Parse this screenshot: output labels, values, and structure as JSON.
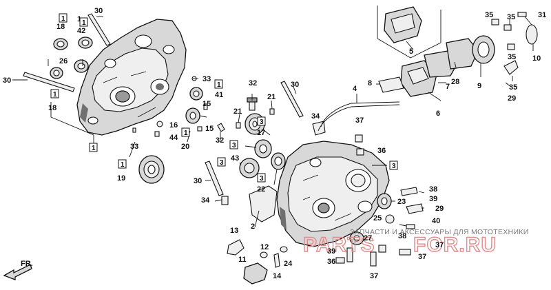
{
  "watermark": {
    "caption": "ЗАПЧАСТИ И АКСЕССУАРЫ ДЛЯ МОТОТЕХНИКИ",
    "logo_left": "PARTS",
    "logo_right": "FOR.RU",
    "logo_color": "#e48a8a"
  },
  "direction_label": "FR.",
  "callouts": [
    {
      "id": "c30a",
      "text": "30"
    },
    {
      "id": "c1a",
      "text": "1"
    },
    {
      "id": "c18a",
      "text": "18"
    },
    {
      "id": "c42",
      "text": "42"
    },
    {
      "id": "c26",
      "text": "26"
    },
    {
      "id": "c30b",
      "text": "30"
    },
    {
      "id": "c18b",
      "text": "18"
    },
    {
      "id": "c33a",
      "text": "33"
    },
    {
      "id": "c41",
      "text": "41"
    },
    {
      "id": "c15a",
      "text": "15"
    },
    {
      "id": "c16",
      "text": "16"
    },
    {
      "id": "c15b",
      "text": "15"
    },
    {
      "id": "c44",
      "text": "44"
    },
    {
      "id": "c20",
      "text": "20"
    },
    {
      "id": "c33b",
      "text": "33"
    },
    {
      "id": "c19",
      "text": "19"
    },
    {
      "id": "c32a",
      "text": "32"
    },
    {
      "id": "c21a",
      "text": "21"
    },
    {
      "id": "c21b",
      "text": "21"
    },
    {
      "id": "c30c",
      "text": "30"
    },
    {
      "id": "c34a",
      "text": "34"
    },
    {
      "id": "c17",
      "text": "17"
    },
    {
      "id": "c32b",
      "text": "32"
    },
    {
      "id": "c43",
      "text": "43"
    },
    {
      "id": "c22",
      "text": "22"
    },
    {
      "id": "c30d",
      "text": "30"
    },
    {
      "id": "c34b",
      "text": "34"
    },
    {
      "id": "c4",
      "text": "4"
    },
    {
      "id": "c8",
      "text": "8"
    },
    {
      "id": "c5",
      "text": "5"
    },
    {
      "id": "c7",
      "text": "7"
    },
    {
      "id": "c6",
      "text": "6"
    },
    {
      "id": "c35a",
      "text": "35"
    },
    {
      "id": "c35b",
      "text": "35"
    },
    {
      "id": "c31",
      "text": "31"
    },
    {
      "id": "c10",
      "text": "10"
    },
    {
      "id": "c35c",
      "text": "35"
    },
    {
      "id": "c28",
      "text": "28"
    },
    {
      "id": "c9",
      "text": "9"
    },
    {
      "id": "c29a",
      "text": "29"
    },
    {
      "id": "c35d",
      "text": "35"
    },
    {
      "id": "c37a",
      "text": "37"
    },
    {
      "id": "c36a",
      "text": "36"
    },
    {
      "id": "c38a",
      "text": "38"
    },
    {
      "id": "c39a",
      "text": "39"
    },
    {
      "id": "c23",
      "text": "23"
    },
    {
      "id": "c29b",
      "text": "29"
    },
    {
      "id": "c25",
      "text": "25"
    },
    {
      "id": "c40",
      "text": "40"
    },
    {
      "id": "c27",
      "text": "27"
    },
    {
      "id": "c38b",
      "text": "38"
    },
    {
      "id": "c37b",
      "text": "37"
    },
    {
      "id": "c39b",
      "text": "39"
    },
    {
      "id": "c36b",
      "text": "36"
    },
    {
      "id": "c37c",
      "text": "37"
    },
    {
      "id": "c37d",
      "text": "37"
    },
    {
      "id": "c2",
      "text": "2"
    },
    {
      "id": "c13",
      "text": "13"
    },
    {
      "id": "c12",
      "text": "12"
    },
    {
      "id": "c11",
      "text": "11"
    },
    {
      "id": "c24",
      "text": "24"
    },
    {
      "id": "c14",
      "text": "14"
    }
  ],
  "boxed_callouts": [
    {
      "id": "b1a",
      "text": "1"
    },
    {
      "id": "b1b",
      "text": "1"
    },
    {
      "id": "b1c",
      "text": "1"
    },
    {
      "id": "b1d",
      "text": "1"
    },
    {
      "id": "b1e",
      "text": "1"
    },
    {
      "id": "b1f",
      "text": "1"
    },
    {
      "id": "b1g",
      "text": "1"
    },
    {
      "id": "b3a",
      "text": "3"
    },
    {
      "id": "b3b",
      "text": "3"
    },
    {
      "id": "b3c",
      "text": "3"
    },
    {
      "id": "b3d",
      "text": "3"
    },
    {
      "id": "b3e",
      "text": "3"
    }
  ]
}
